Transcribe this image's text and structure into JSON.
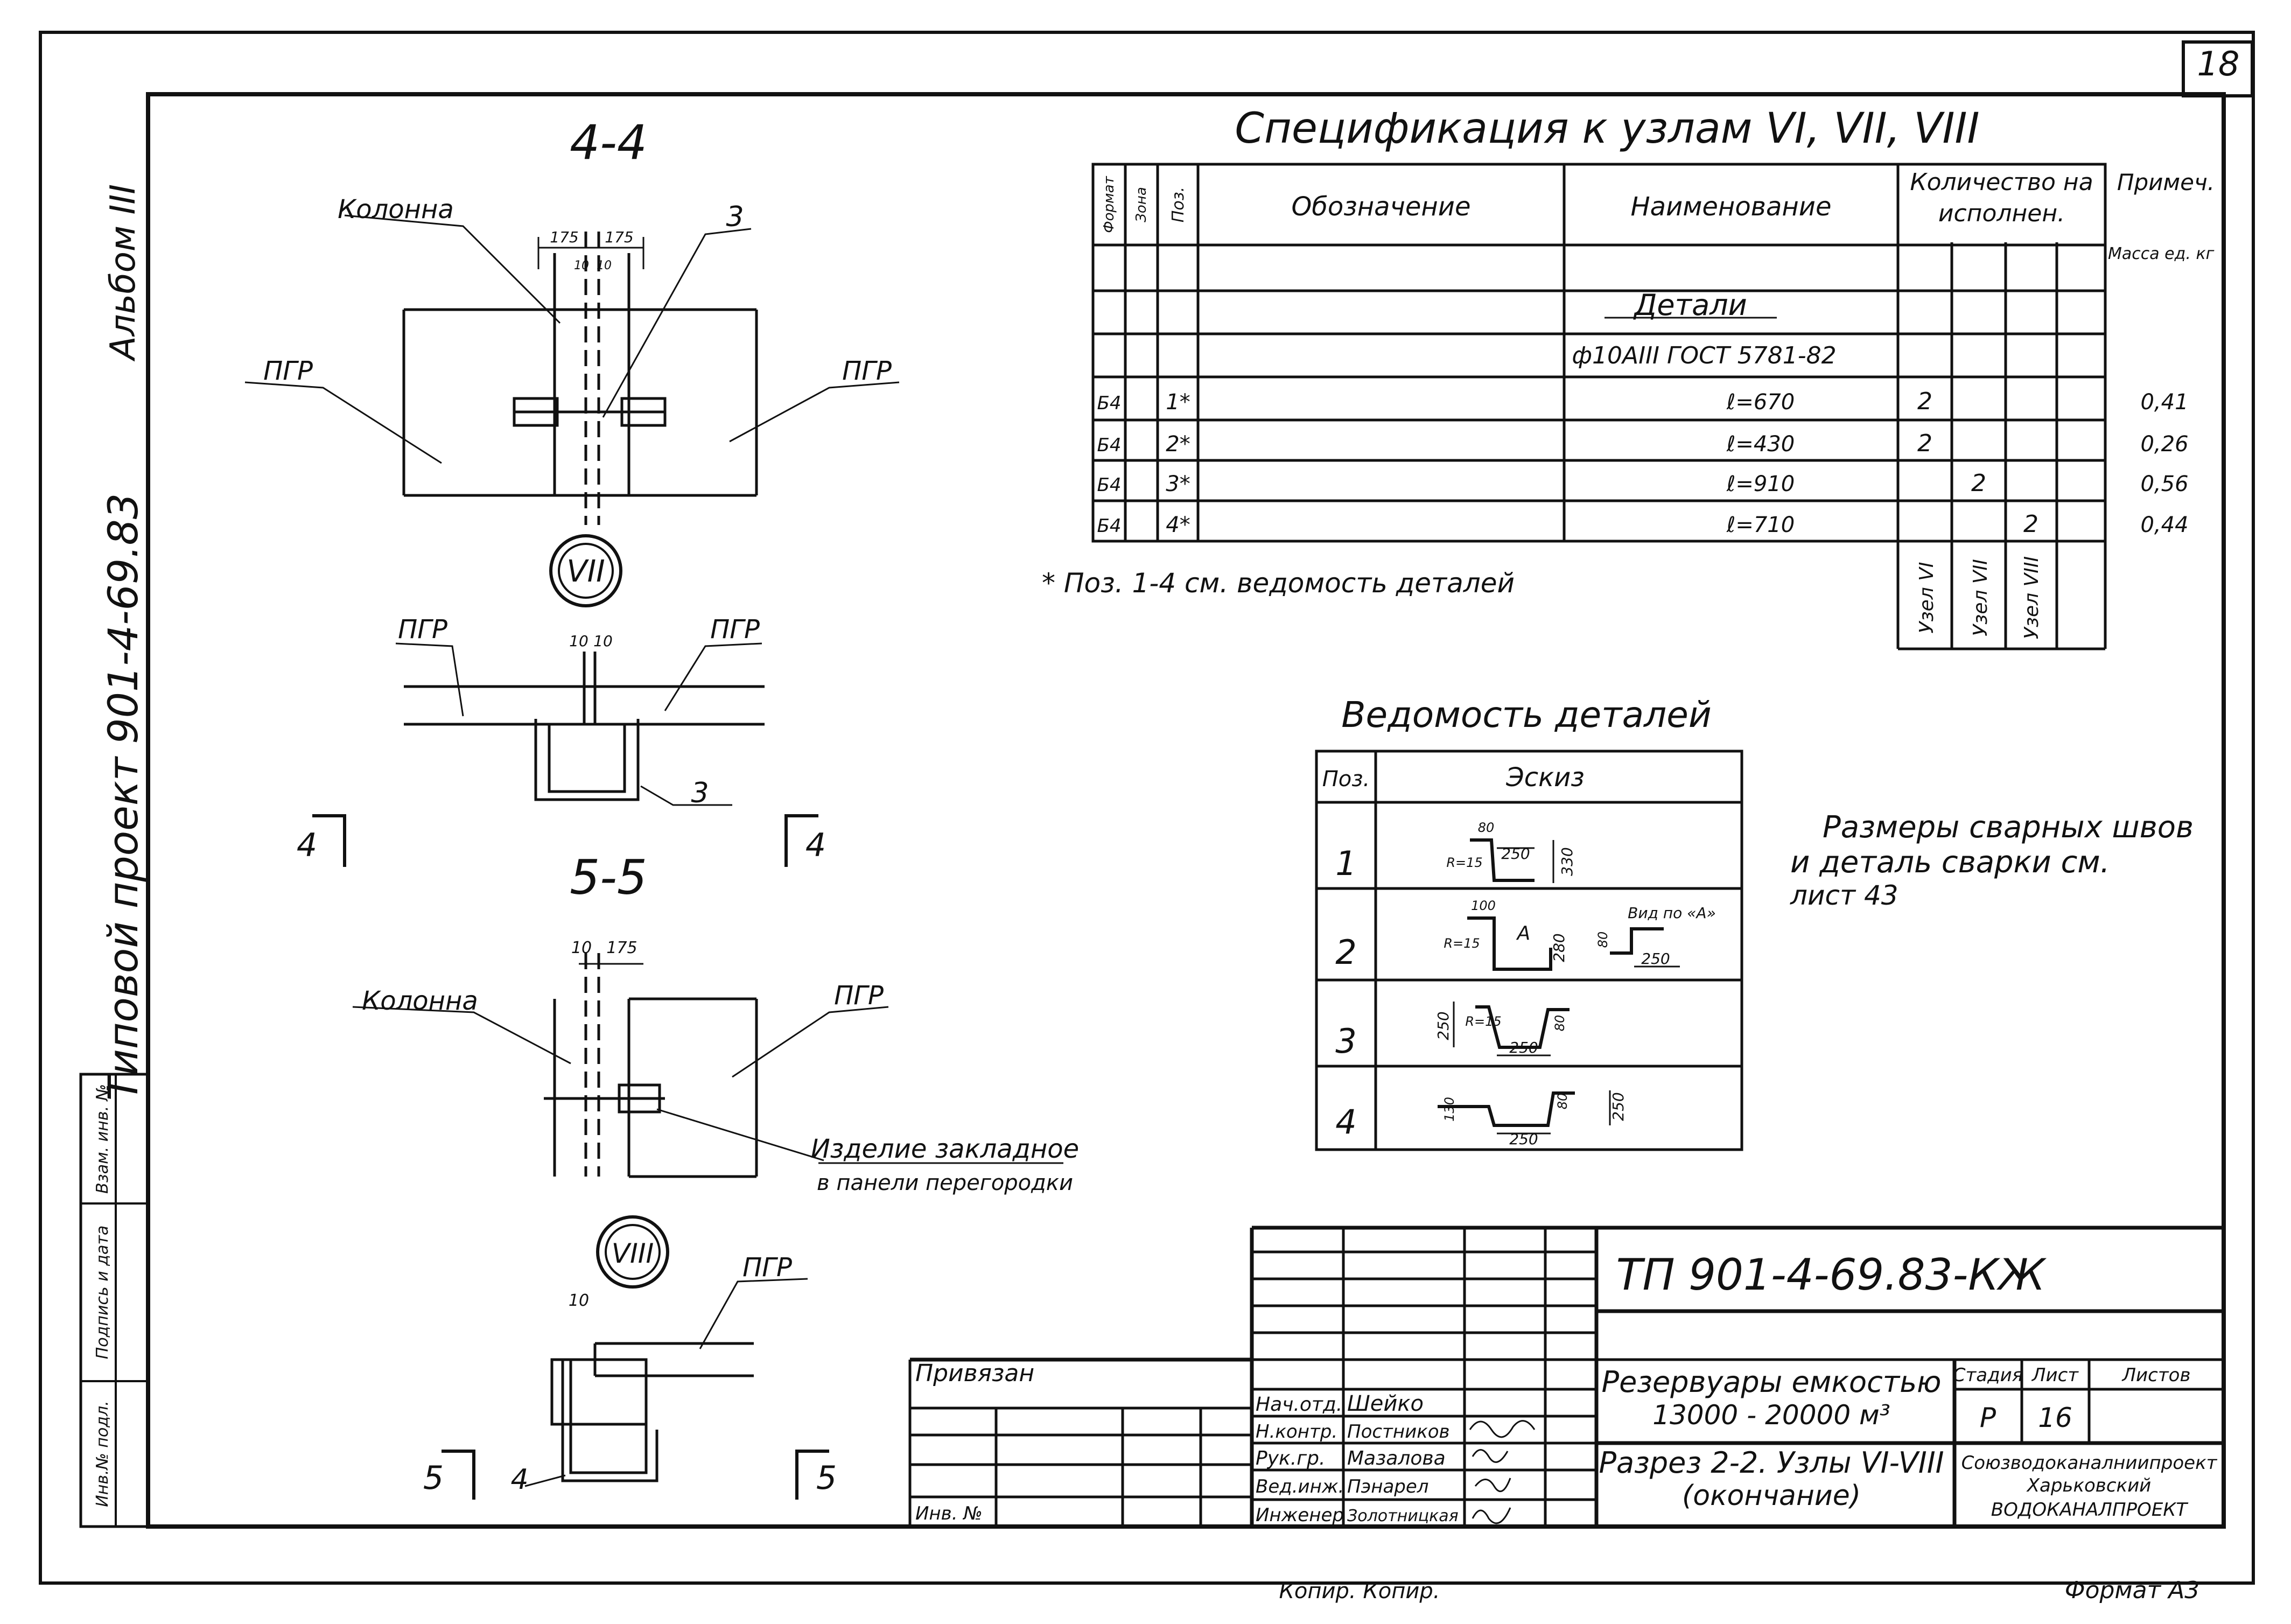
{
  "sheet": {
    "number": "18",
    "album": "Альбом III",
    "project": "Типовой проект 901-4-69.83",
    "format": "Формат А3",
    "copied": "Копир. Копир.",
    "stamp_cols": [
      "Инв.№ подл.",
      "Подпись и дата",
      "Взам. инв. №"
    ]
  },
  "views": {
    "s44": {
      "title": "4-4",
      "kolonna": "Колонна",
      "pgr_left": "ПГР",
      "pgr_right": "ПГР",
      "dim1": "175",
      "dim2": "175",
      "dim3": "10",
      "dim4": "10",
      "pos": "3"
    },
    "node7": {
      "label": "VII",
      "pgr_left": "ПГР",
      "pgr_right": "ПГР",
      "dim1": "10",
      "dim2": "10",
      "pos": "3"
    },
    "cut4": "4",
    "s55": {
      "title": "5-5",
      "kolonna": "Колонна",
      "pgr": "ПГР",
      "dim1": "10",
      "dim2": "175",
      "note1": "Изделие закладное",
      "note2": "в панели перегородки"
    },
    "node8": {
      "label": "VIII",
      "pgr": "ПГР",
      "dim": "10",
      "pos": "4"
    },
    "cut5": "5"
  },
  "spec": {
    "title": "Спецификация к узлам VI, VII, VIII",
    "headers": {
      "format": "Формат",
      "zone": "Зона",
      "pos": "Поз.",
      "designation": "Обозначение",
      "name": "Наименование",
      "qty": "Количество на исполнен.",
      "note": "Примеч.",
      "mass": "Масса ед. кг"
    },
    "section": "Детали",
    "material": "ф10АIII ГОСТ 5781-82",
    "rows": [
      {
        "format": "Б4",
        "pos": "1*",
        "name": "ℓ=670",
        "q1": "2",
        "q2": "",
        "q3": "",
        "mass": "0,41"
      },
      {
        "format": "Б4",
        "pos": "2*",
        "name": "ℓ=430",
        "q1": "2",
        "q2": "",
        "q3": "",
        "mass": "0,26"
      },
      {
        "format": "Б4",
        "pos": "3*",
        "name": "ℓ=910",
        "q1": "",
        "q2": "2",
        "q3": "",
        "mass": "0,56"
      },
      {
        "format": "Б4",
        "pos": "4*",
        "name": "ℓ=710",
        "q1": "",
        "q2": "",
        "q3": "2",
        "mass": "0,44"
      }
    ],
    "footnote": "* Поз. 1-4 см. ведомость деталей",
    "nodes": [
      "Узел VI",
      "Узел VII",
      "Узел VIII"
    ]
  },
  "details": {
    "title": "Ведомость деталей",
    "headers": {
      "pos": "Поз.",
      "sketch": "Эскиз"
    },
    "rows": [
      {
        "pos": "1",
        "d1": "80",
        "d2": "R=15",
        "d3": "250",
        "d4": "330"
      },
      {
        "pos": "2",
        "d1": "100",
        "d2": "R=15",
        "d3": "А",
        "d4": "280",
        "d5": "Вид по «А»",
        "d6": "80",
        "d7": "250"
      },
      {
        "pos": "3",
        "d1": "250",
        "d2": "R=15",
        "d3": "80",
        "d4": "250"
      },
      {
        "pos": "4",
        "d1": "130",
        "d2": "80",
        "d3": "250",
        "d4": "250"
      }
    ]
  },
  "weld_note": [
    "Размеры сварных швов",
    "и деталь сварки см.",
    "лист 43"
  ],
  "title_block": {
    "code": "ТП 901-4-69.83-КЖ",
    "privyazan": "Привязан",
    "inv": "Инв. №",
    "roles": [
      "Нач.отд.",
      "Н.контр.",
      "Рук.гр.",
      "Вед.инж.",
      "Инженер"
    ],
    "names": [
      "Шейко",
      "Постников",
      "Мазалова",
      "Пэнарел",
      "Золотницкая"
    ],
    "object": [
      "Резервуары емкостью",
      "13000 - 20000 м³"
    ],
    "sheet_title": [
      "Разрез 2-2. Узлы VI-VIII",
      "(окончание)"
    ],
    "stage_h": "Стадия",
    "sheet_h": "Лист",
    "sheets_h": "Листов",
    "stage": "Р",
    "sheet": "16",
    "org": [
      "Союзводоканалниипроект",
      "Харьковский",
      "ВОДОКАНАЛПРОЕКТ"
    ]
  }
}
